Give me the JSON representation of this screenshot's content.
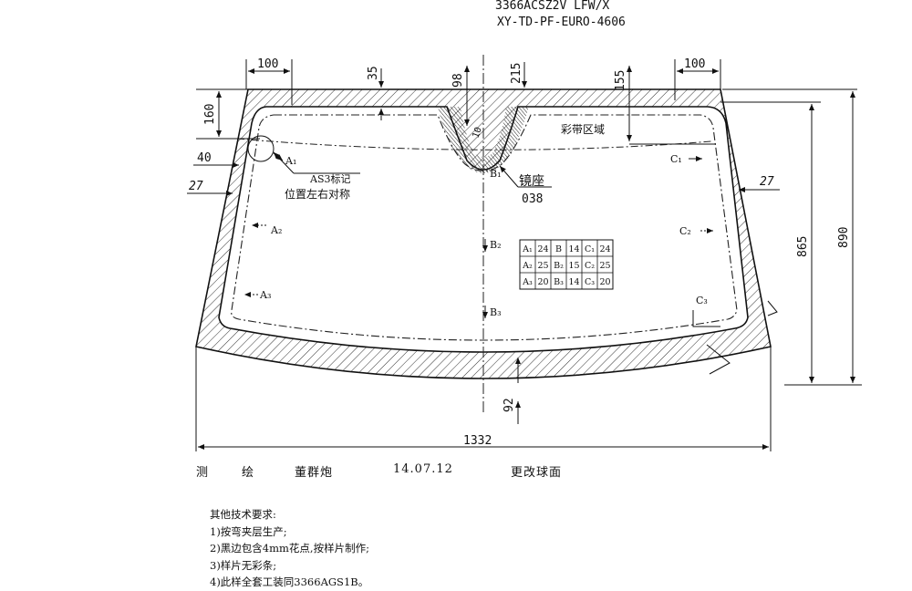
{
  "header": {
    "part_line": "3366ACSZ2V    LFW/X",
    "code_line": "XY-TD-PF-EURO-4606"
  },
  "dimensions": {
    "d100_left": "100",
    "d35": "35",
    "d98": "98",
    "d215": "215",
    "d155": "155",
    "d100_right": "100",
    "d160": "160",
    "d40": "40",
    "d27_left": "27",
    "d27_right": "27",
    "d865": "865",
    "d890": "890",
    "d92": "92",
    "d1332": "1332",
    "d10": "10"
  },
  "labels": {
    "color_band": "彩带区域",
    "as3_mark": "AS3标记",
    "as3_position": "位置左右对称",
    "mirror_seat": "镜座",
    "mirror_code": "038",
    "a1": "A₁",
    "a2": "A₂",
    "a3": "A₃",
    "b1": "B₁",
    "b2": "B₂",
    "b3": "B₃",
    "c1": "C₁",
    "c2": "C₂",
    "c3": "C₃"
  },
  "table": {
    "rows": [
      [
        "A₁",
        "24",
        "B",
        "14",
        "C₁",
        "24"
      ],
      [
        "A₂",
        "25",
        "B₂",
        "15",
        "C₂",
        "25"
      ],
      [
        "A₃",
        "20",
        "B₃",
        "14",
        "C₃",
        "20"
      ]
    ]
  },
  "footer": {
    "draw_a": "测",
    "draw_b": "绘",
    "author": "董群炮",
    "date": "14.07.12",
    "change": "更改球面"
  },
  "notes": {
    "title": "其他技术要求:",
    "items": [
      "1)按弯夹层生产;",
      "2)黑边包含4mm花点,按样片制作;",
      "3)样片无彩条;",
      "4)此样全套工装同3366AGS1B。"
    ]
  }
}
